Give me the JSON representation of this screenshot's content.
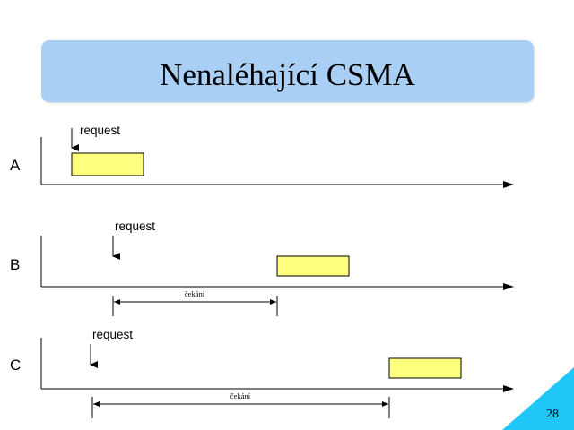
{
  "slide": {
    "title": "Nenaléhající CSMA",
    "page_number": "28"
  },
  "colors": {
    "title_background": "#a9cff4",
    "transmission_box": "#ffff7f",
    "corner_triangle": "#1ec7f5"
  },
  "stations": [
    {
      "label": "A",
      "request_label": "request"
    },
    {
      "label": "B",
      "request_label": "request",
      "wait_label": "čekání"
    },
    {
      "label": "C",
      "request_label": "request",
      "wait_label": "čekání"
    }
  ]
}
